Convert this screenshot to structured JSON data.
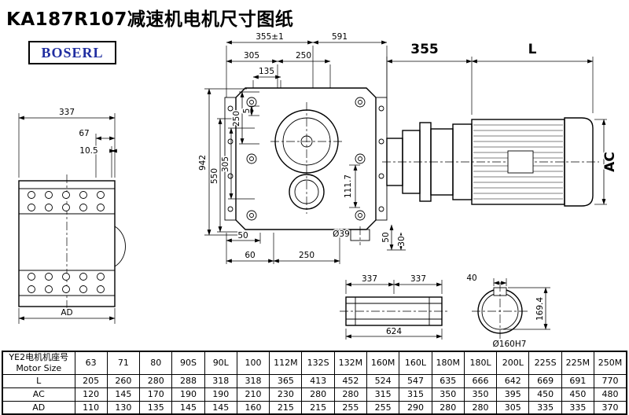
{
  "title": "KA187R107减速机电机尺寸图纸",
  "logo": "BOSERL",
  "dims": {
    "side_width": "337",
    "side_67": "67",
    "side_10_5": "10.5",
    "side_ad": "AD",
    "front_355": "355±1",
    "front_591": "591",
    "front_305_h": "305",
    "front_250_h": "250",
    "front_135": "135",
    "front_5": "5",
    "front_250_v": "250",
    "front_305_v": "305",
    "front_550": "550",
    "front_942": "942",
    "front_111_7": "111.7",
    "front_50_b": "50",
    "front_60": "60",
    "front_250_b": "250",
    "front_dia39": "Ø39",
    "front_50_r": "50",
    "front_30": "30",
    "asm_355": "355",
    "asm_L": "L",
    "asm_AC": "AC",
    "shaft_337_a": "337",
    "shaft_337_b": "337",
    "shaft_624": "624",
    "bore_40": "40",
    "bore_169_4": "169.4",
    "bore_dia": "Ø160H7"
  },
  "table": {
    "corner_line1": "YE2电机机座号",
    "corner_line2": "Motor Size",
    "sizes": [
      "63",
      "71",
      "80",
      "90S",
      "90L",
      "100",
      "112M",
      "132S",
      "132M",
      "160M",
      "160L",
      "180M",
      "180L",
      "200L",
      "225S",
      "225M",
      "250M"
    ],
    "rows": [
      {
        "label": "L",
        "values": [
          "205",
          "260",
          "280",
          "288",
          "318",
          "318",
          "365",
          "413",
          "452",
          "524",
          "547",
          "635",
          "666",
          "642",
          "669",
          "691",
          "770"
        ]
      },
      {
        "label": "AC",
        "values": [
          "120",
          "145",
          "170",
          "190",
          "190",
          "210",
          "230",
          "280",
          "280",
          "315",
          "315",
          "350",
          "350",
          "395",
          "450",
          "450",
          "480"
        ]
      },
      {
        "label": "AD",
        "values": [
          "110",
          "130",
          "135",
          "145",
          "145",
          "160",
          "215",
          "215",
          "255",
          "255",
          "290",
          "280",
          "280",
          "305",
          "335",
          "335",
          "370"
        ]
      }
    ]
  }
}
